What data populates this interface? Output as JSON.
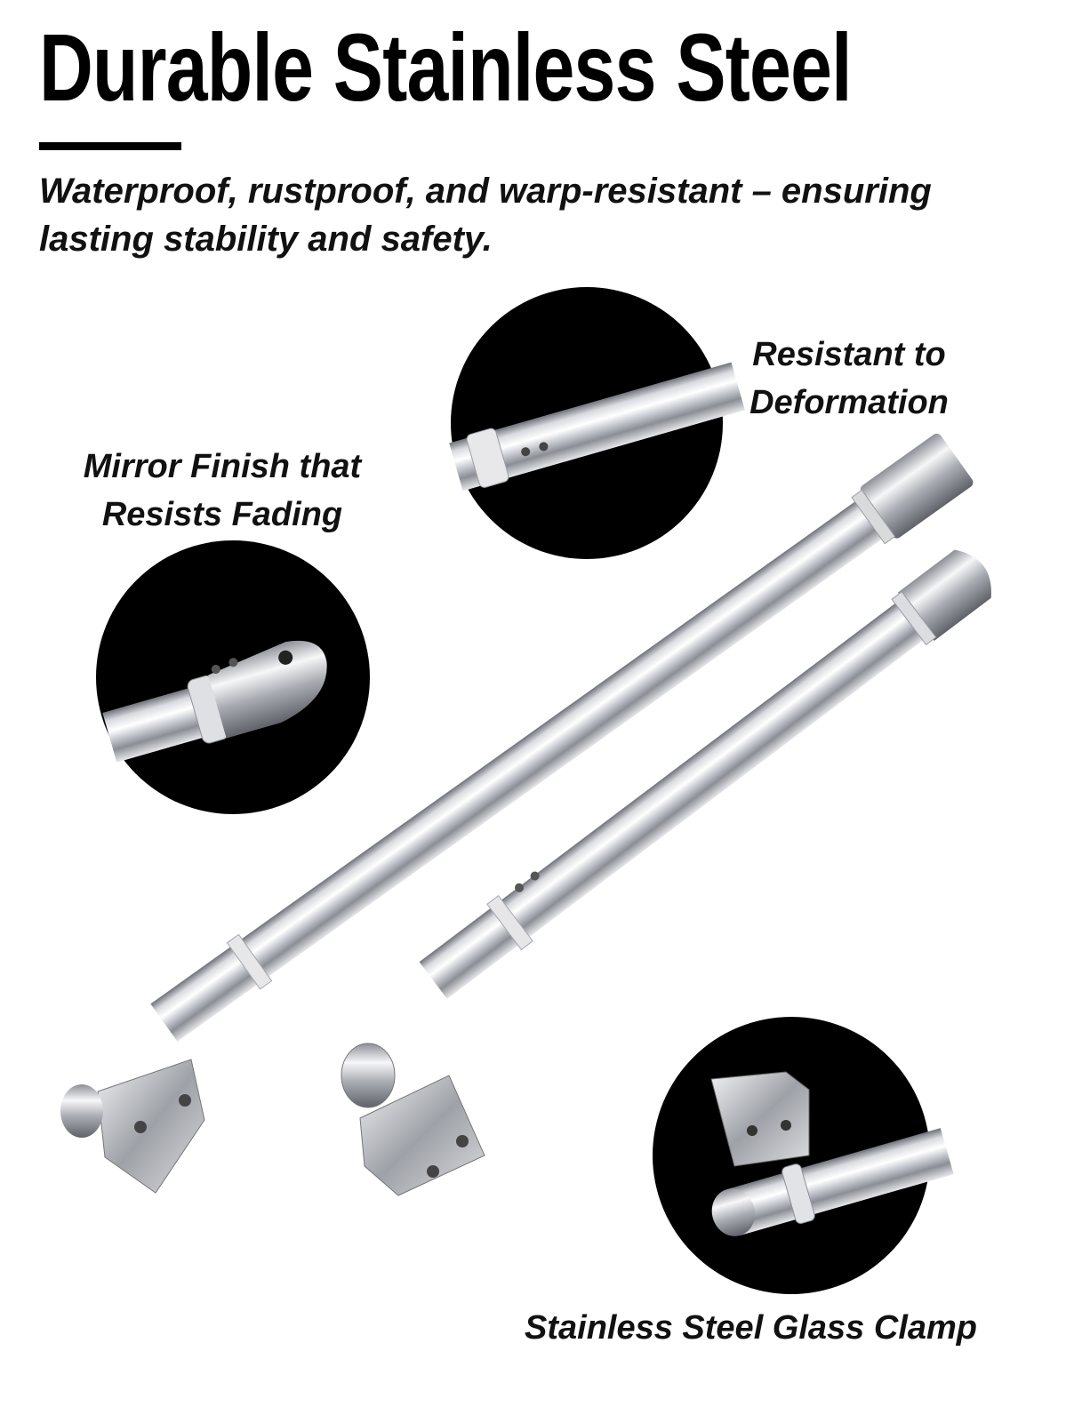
{
  "headline": "Durable Stainless Steel",
  "subtitle": "Waterproof, rustproof, and warp-resistant – ensuring lasting stability and safety.",
  "callouts": {
    "deformation": [
      "Resistant to",
      "Deformation"
    ],
    "mirror": [
      "Mirror Finish that",
      "Resists Fading"
    ],
    "clamp": "Stainless Steel Glass Clamp"
  },
  "colors": {
    "background": "#ffffff",
    "text": "#111111",
    "circle": "#000000",
    "steel_light": "#f4f4f6",
    "steel_dark": "#7a7d84"
  }
}
